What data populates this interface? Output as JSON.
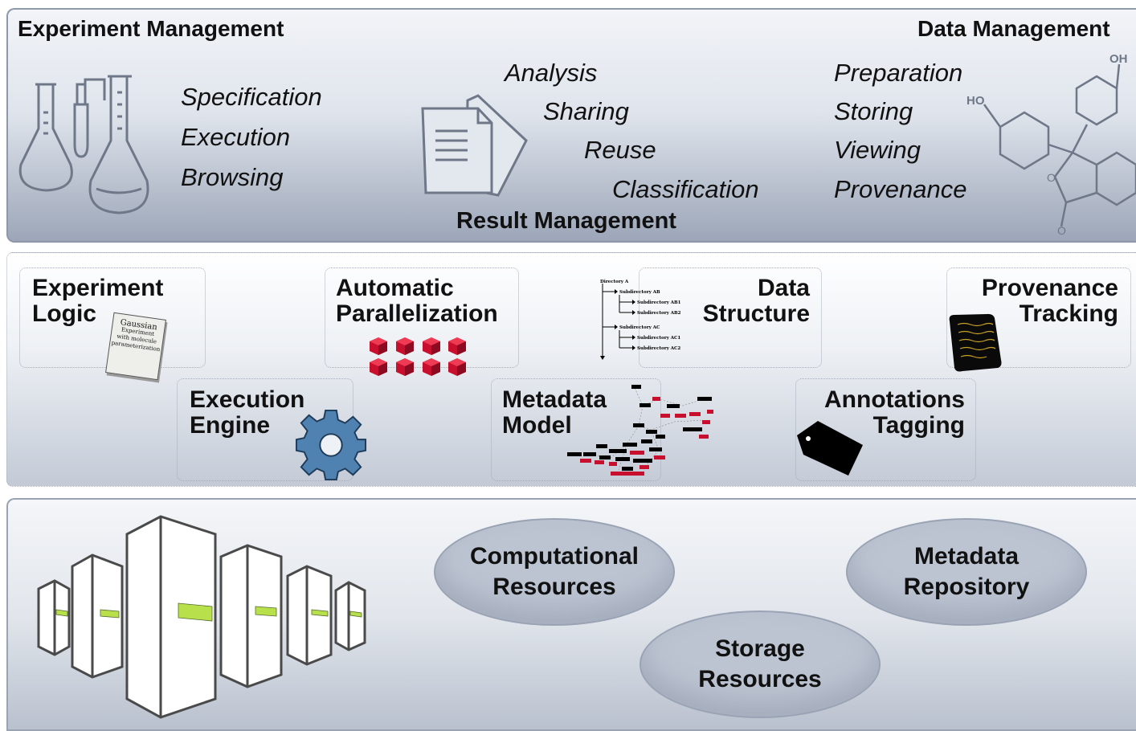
{
  "top": {
    "experiment_management": "Experiment Management",
    "experiment_items": [
      "Specification",
      "Execution",
      "Browsing"
    ],
    "result_items": [
      "Analysis",
      "Sharing",
      "Reuse",
      "Classification"
    ],
    "result_management": "Result Management",
    "data_management": "Data Management",
    "data_items": [
      "Preparation",
      "Storing",
      "Viewing",
      "Provenance"
    ],
    "molecule_labels": {
      "hydroxyl_left": "HO",
      "hydroxyl_right": "OH",
      "oxygen_ring": "O",
      "oxygen_carbonyl": "O"
    }
  },
  "middle": {
    "experiment_logic": [
      "Experiment",
      "Logic"
    ],
    "document_text": [
      "Gaussian",
      "Experiment",
      "with molecule",
      "parameterization"
    ],
    "automatic_parallelization": [
      "Automatic",
      "Parallelization"
    ],
    "data_structure": [
      "Data",
      "Structure"
    ],
    "directory_tree": [
      "Directory A",
      "Subdirectory AB",
      "Subdirectory AB1",
      "Subdirectory AB2",
      "Subdirectory AC",
      "Subdirectory AC1",
      "Subdirectory AC2"
    ],
    "provenance_tracking": [
      "Provenance",
      "Tracking"
    ],
    "execution_engine": [
      "Execution",
      "Engine"
    ],
    "metadata_model": [
      "Metadata",
      "Model"
    ],
    "annotations_tagging": [
      "Annotations",
      "Tagging"
    ]
  },
  "bottom": {
    "computational_resources": [
      "Computational",
      "Resources"
    ],
    "metadata_repository": [
      "Metadata",
      "Repository"
    ],
    "storage_resources": [
      "Storage",
      "Resources"
    ]
  },
  "colors": {
    "cube_red": "#c8102e",
    "gear_blue": "#4f82b0",
    "ellipse_fill": "#bcc4d2",
    "screen_green": "#b8e04a"
  }
}
